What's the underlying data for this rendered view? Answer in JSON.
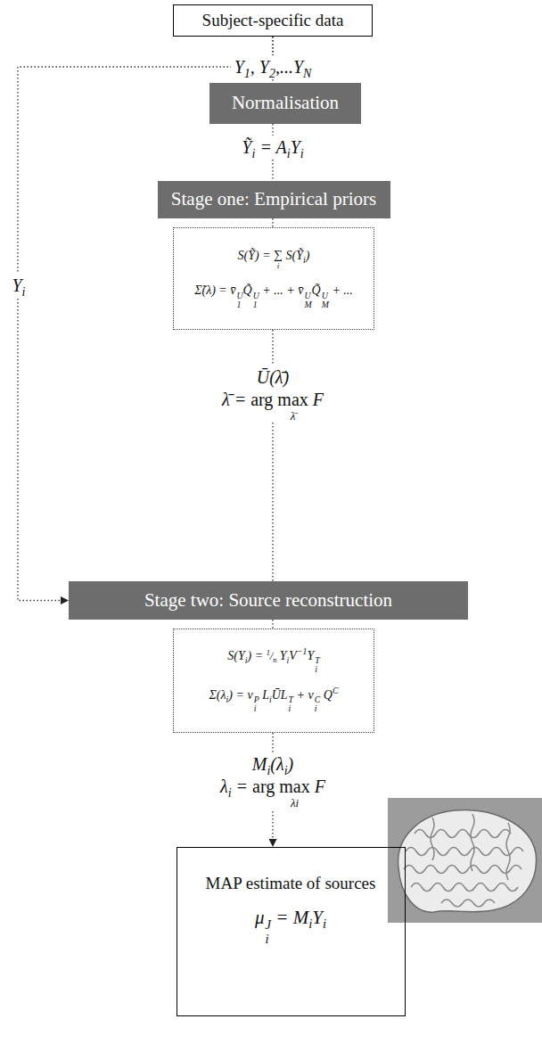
{
  "diagram": {
    "nodes": [
      {
        "text": [
          "Subject-specific data"
        ]
      },
      {
        "text": [
          "Normalisation"
        ]
      },
      {
        "text": [
          "Stage one: Empirical priors"
        ]
      },
      {
        "text": [
          "S(Ỹ) = ∑i S(Ỹi)",
          "Σ̃(λ) = v̄1UQ̃1U + ... + v̄MUQ̃MU + ..."
        ]
      },
      {
        "text": [
          "Stage two: Source reconstruction"
        ]
      },
      {
        "text": [
          "S(Yi) = 1/n YiV−1YiT",
          "Σ(λi) = viP LiŪLiT + viC QC"
        ]
      },
      {
        "text": [
          "MAP estimate of sources",
          "μiJ = MiYi"
        ]
      }
    ],
    "edges": [
      {
        "from": 0,
        "to": 1,
        "arrow": "none",
        "label": "Y1, Y2,...YN"
      },
      {
        "from": 1,
        "to": 2,
        "arrow": "none",
        "label": "Ỹi = AiYi"
      },
      {
        "from": 2,
        "to": 3,
        "arrow": "none"
      },
      {
        "from": 3,
        "to": 4,
        "arrow": "none",
        "label": "Ū(λ̄) λ̄ = arg maxλ̄ F"
      },
      {
        "from": 0,
        "to": 4,
        "arrow": "to",
        "label": "Yi"
      },
      {
        "from": 4,
        "to": 5,
        "arrow": "none"
      },
      {
        "from": 5,
        "to": 6,
        "arrow": "to",
        "label": "Mi(λi) λi = arg maxλi F"
      }
    ]
  }
}
